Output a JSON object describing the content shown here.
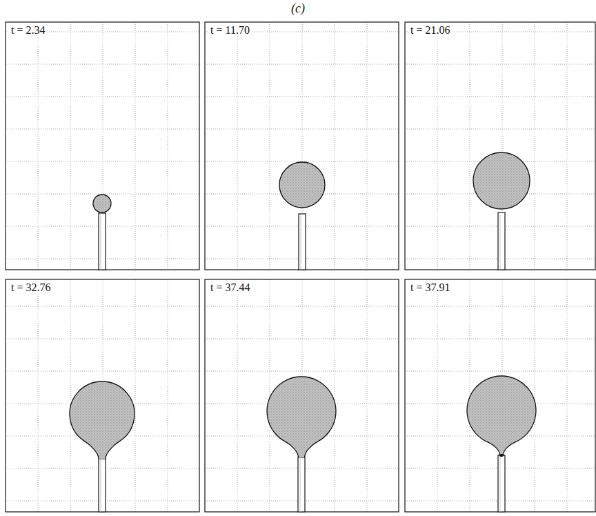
{
  "diagram": {
    "title": "(c)",
    "labels": [
      "t = 2.34",
      "t = 11.70",
      "t = 21.06",
      "t = 32.76",
      "t = 37.44",
      "t = 37.91"
    ]
  }
}
